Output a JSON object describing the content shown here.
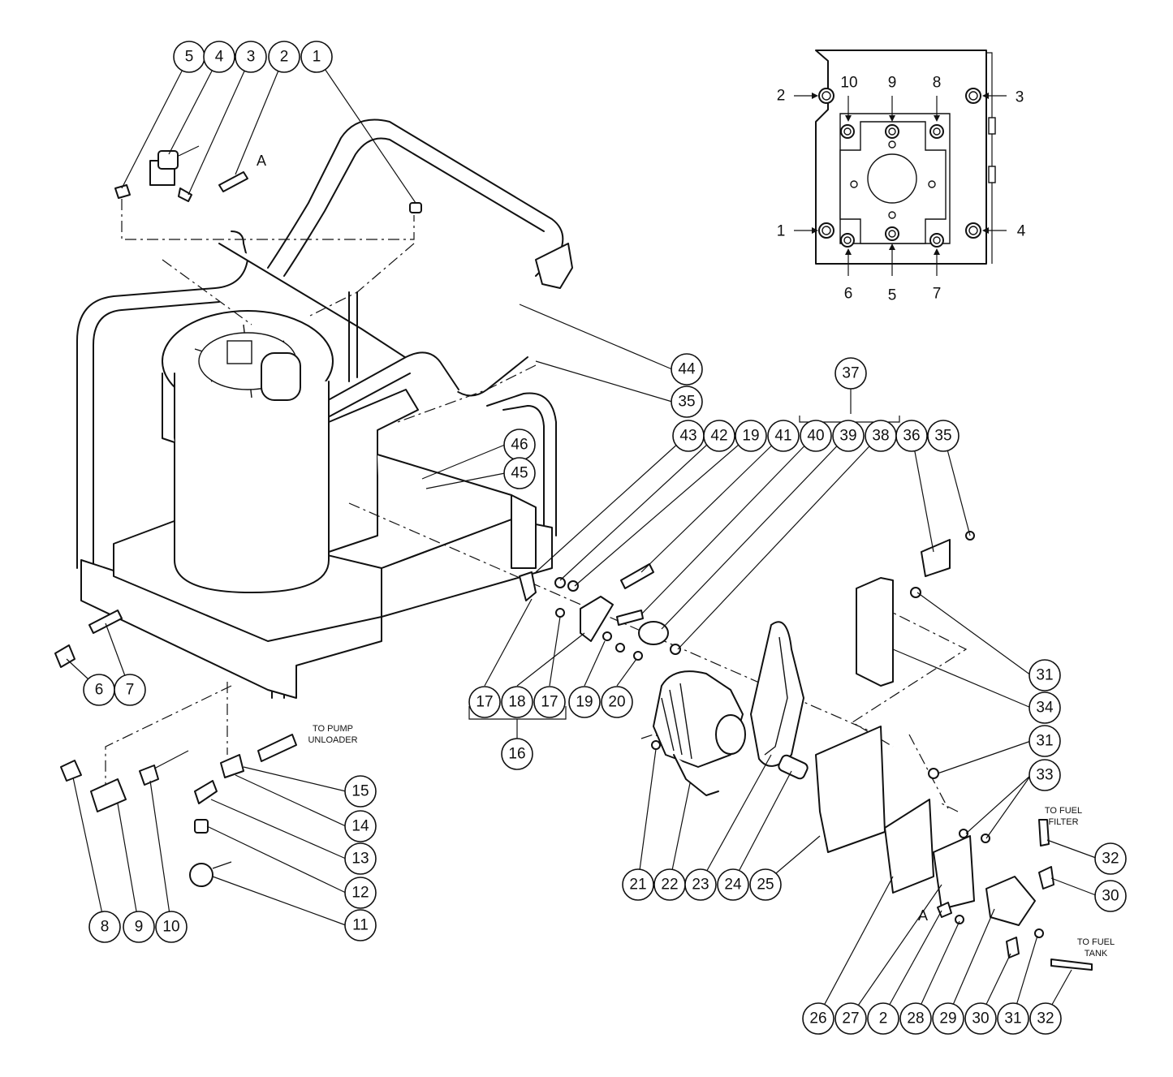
{
  "balloons": [
    {
      "label": "5"
    },
    {
      "label": "4"
    },
    {
      "label": "3"
    },
    {
      "label": "2"
    },
    {
      "label": "1"
    },
    {
      "label": "44"
    },
    {
      "label": "35"
    },
    {
      "label": "37"
    },
    {
      "label": "43"
    },
    {
      "label": "42"
    },
    {
      "label": "19"
    },
    {
      "label": "41"
    },
    {
      "label": "40"
    },
    {
      "label": "39"
    },
    {
      "label": "38"
    },
    {
      "label": "36"
    },
    {
      "label": "35"
    },
    {
      "label": "46"
    },
    {
      "label": "45"
    },
    {
      "label": "6"
    },
    {
      "label": "7"
    },
    {
      "label": "17"
    },
    {
      "label": "18"
    },
    {
      "label": "17"
    },
    {
      "label": "19"
    },
    {
      "label": "20"
    },
    {
      "label": "16"
    },
    {
      "label": "31"
    },
    {
      "label": "34"
    },
    {
      "label": "31"
    },
    {
      "label": "33"
    },
    {
      "label": "15"
    },
    {
      "label": "14"
    },
    {
      "label": "13"
    },
    {
      "label": "12"
    },
    {
      "label": "11"
    },
    {
      "label": "8"
    },
    {
      "label": "9"
    },
    {
      "label": "10"
    },
    {
      "label": "21"
    },
    {
      "label": "22"
    },
    {
      "label": "23"
    },
    {
      "label": "24"
    },
    {
      "label": "25"
    },
    {
      "label": "32"
    },
    {
      "label": "30"
    },
    {
      "label": "26"
    },
    {
      "label": "27"
    },
    {
      "label": "2"
    },
    {
      "label": "28"
    },
    {
      "label": "29"
    },
    {
      "label": "30"
    },
    {
      "label": "31"
    },
    {
      "label": "32"
    }
  ],
  "detail_labels": [
    "2",
    "10",
    "9",
    "8",
    "3",
    "1",
    "4",
    "6",
    "5",
    "7"
  ],
  "ref_letters": [
    "A",
    "A"
  ],
  "notes": {
    "pump_unloader": [
      "TO PUMP",
      "UNLOADER"
    ],
    "fuel_filter": [
      "TO FUEL",
      "FILTER"
    ],
    "fuel_tank": [
      "TO FUEL",
      "TANK"
    ]
  }
}
